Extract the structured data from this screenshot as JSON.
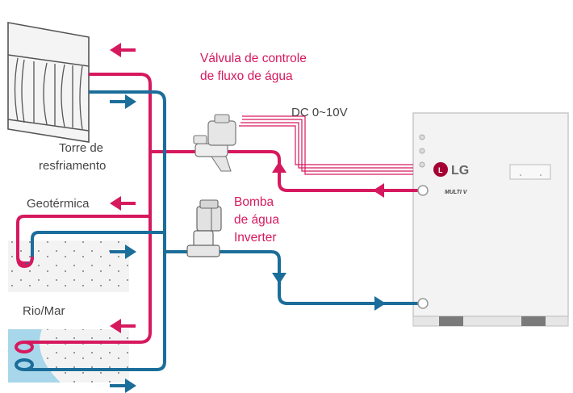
{
  "colors": {
    "hot_pipe": "#d6195e",
    "cold_pipe": "#1b6d9a",
    "label_gray": "#444444",
    "label_magenta": "#d6195e",
    "unit_body": "#f3f3f3",
    "unit_border": "#c8c8c8",
    "lg_red": "#a50034"
  },
  "labels": {
    "valve_line1": "Válvula de controle",
    "valve_line2": "de fluxo de água",
    "dc_signal": "DC 0~10V",
    "tower_line1": "Torre de",
    "tower_line2": "resfriamento",
    "geothermal": "Geotérmica",
    "pump_line1": "Bomba",
    "pump_line2": "de água",
    "pump_line3": "Inverter",
    "river_sea": "Rio/Mar"
  },
  "unit": {
    "brand": "LG",
    "model": "MULTI V"
  },
  "icons": [
    "cooling-tower-icon",
    "control-valve-icon",
    "water-pump-icon",
    "lg-logo-icon",
    "ground-loop-icon",
    "water-body-icon"
  ]
}
